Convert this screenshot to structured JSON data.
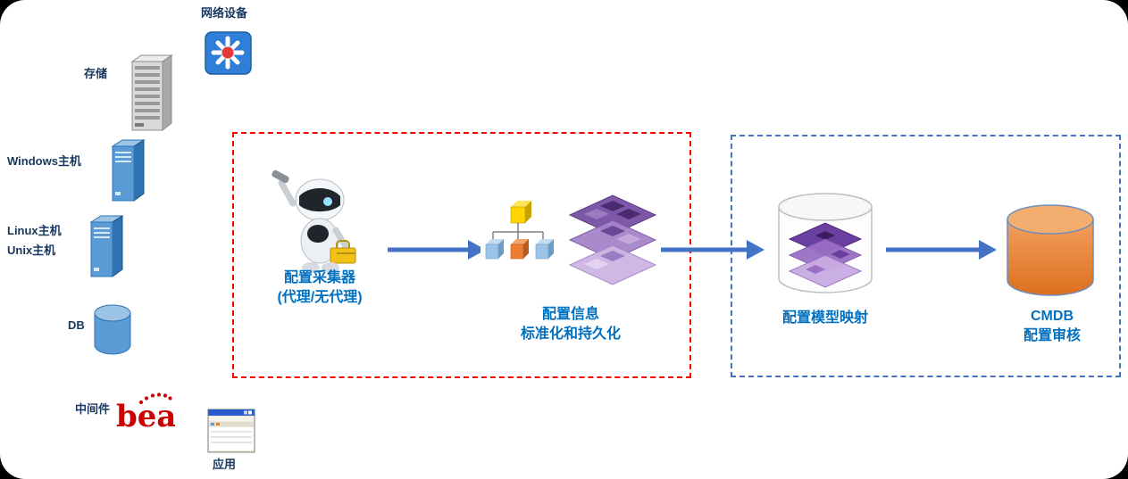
{
  "diagram": {
    "sources": [
      {
        "label": "网络设备",
        "icon": "network-switch-icon"
      },
      {
        "label": "存储",
        "icon": "storage-tower-icon"
      },
      {
        "label": "Windows主机",
        "icon": "windows-server-icon"
      },
      {
        "label_line1": "Linux主机",
        "label_line2": "Unix主机",
        "icon": "unix-server-icon"
      },
      {
        "label": "DB",
        "icon": "database-cylinder-icon"
      },
      {
        "label": "中间件",
        "icon": "bea-logo-icon"
      },
      {
        "label": "应用",
        "icon": "application-window-icon"
      }
    ],
    "collector": {
      "line1": "配置采集器",
      "line2": "(代理/无代理)",
      "icon": "robot-collector-icon"
    },
    "standardization": {
      "line1": "配置信息",
      "line2": "标准化和持久化",
      "icon": "tree-and-layers-icon"
    },
    "mapping": {
      "label": "配置模型映射",
      "icon": "cylinder-with-layers-icon"
    },
    "cmdb": {
      "line1": "CMDB",
      "line2": "配置审核",
      "icon": "orange-cylinder-icon"
    }
  },
  "colors": {
    "arrow_blue": "#4472C4",
    "flow_label_blue": "#0070C0",
    "source_label_navy": "#17375E",
    "collector_zone_border": "#FF0000",
    "mapping_zone_border": "#4472C4",
    "cmdb_orange": "#E8823A",
    "bea_red": "#CC0000"
  }
}
